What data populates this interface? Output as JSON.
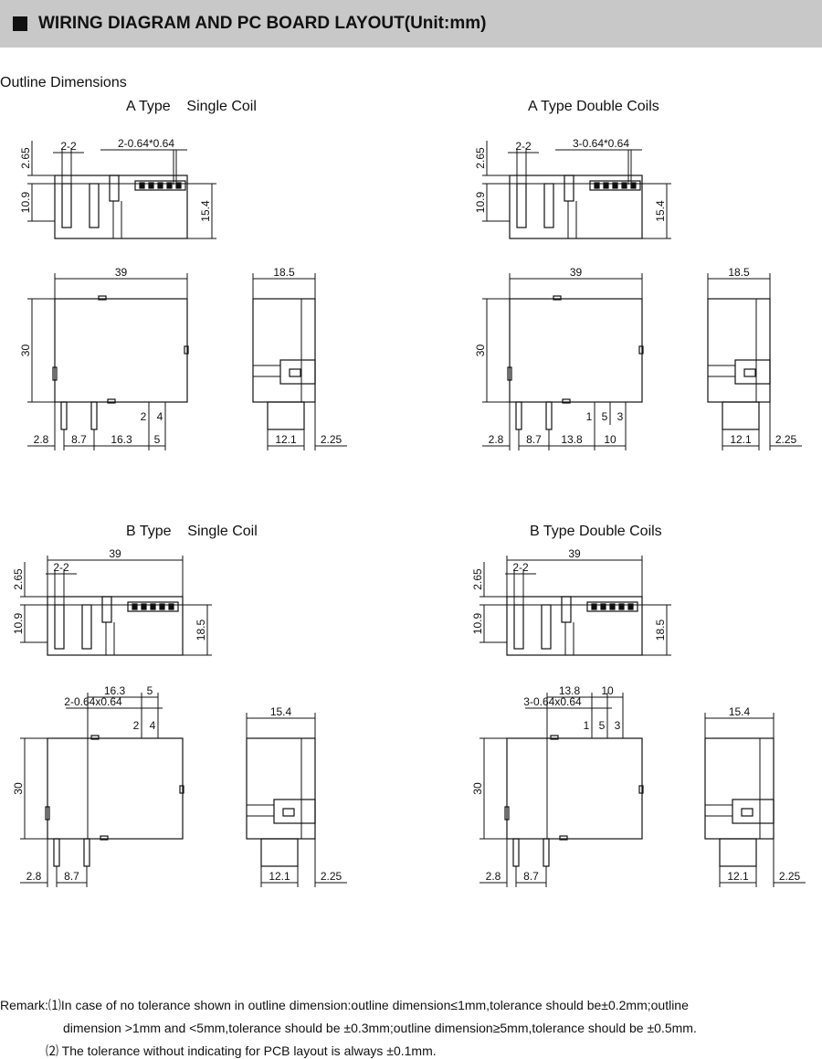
{
  "header": {
    "title": "WIRING DIAGRAM AND PC BOARD LAYOUT(Unit:mm)"
  },
  "section": "Outline Dimensions",
  "views": [
    {
      "title": "A Type    Single Coil",
      "pitch": "2-2",
      "pin_spec": "2-0.64*0.64",
      "dims": {
        "top_h": "2.65",
        "top_pin": "10.9",
        "top_total": "15.4",
        "width": "39",
        "height": "30",
        "depth": "18.5",
        "foot": "12.1",
        "offset": "2.25",
        "bottom": [
          "2.8",
          "8.7",
          "16.3",
          "5"
        ]
      },
      "pins": [
        "2",
        "4"
      ]
    },
    {
      "title": "A Type Double Coils",
      "pitch": "2-2",
      "pin_spec": "3-0.64*0.64",
      "dims": {
        "top_h": "2.65",
        "top_pin": "10.9",
        "top_total": "15.4",
        "width": "39",
        "height": "30",
        "depth": "18.5",
        "foot": "12.1",
        "offset": "2.25",
        "bottom": [
          "2.8",
          "8.7",
          "13.8",
          "10"
        ]
      },
      "pins": [
        "1",
        "5",
        "3"
      ]
    },
    {
      "title": "B Type    Single Coil",
      "pitch": "2-2",
      "pin_spec": "2-0.64x0.64",
      "dims": {
        "top_h": "2.65",
        "top_pin": "10.9",
        "top_total": "18.5",
        "width": "39",
        "height": "30",
        "depth": "15.4",
        "foot": "12.1",
        "offset": "2.25",
        "bottom": [
          "2.8",
          "8.7"
        ],
        "top_pins": [
          "16.3",
          "5"
        ]
      },
      "pins": [
        "2",
        "4"
      ]
    },
    {
      "title": "B Type Double Coils",
      "pitch": "2-2",
      "pin_spec": "3-0.64x0.64",
      "dims": {
        "top_h": "2.65",
        "top_pin": "10.9",
        "top_total": "18.5",
        "width": "39",
        "height": "30",
        "depth": "15.4",
        "foot": "12.1",
        "offset": "2.25",
        "bottom": [
          "2.8",
          "8.7"
        ],
        "top_pins": [
          "13.8",
          "10"
        ]
      },
      "pins": [
        "1",
        "5",
        "3"
      ]
    }
  ],
  "remark": {
    "line1": "Remark:⑴In case of no tolerance shown in outline dimension:outline dimension≤1mm,tolerance should be±0.2mm;outline",
    "line2": "dimension >1mm and <5mm,tolerance should be ±0.3mm;outline dimension≥5mm,tolerance should be ±0.5mm.",
    "line3": "⑵ The tolerance without indicating for PCB layout is always ±0.1mm."
  }
}
